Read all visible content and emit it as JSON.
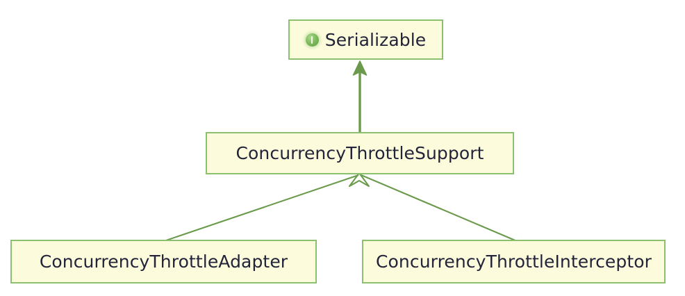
{
  "diagram": {
    "type": "uml-class-hierarchy",
    "background_color": "#ffffff",
    "node_fill_color": "#fcfcdc",
    "node_border_color": "#8cbf6e",
    "node_text_color": "#23233a",
    "edge_color": "#6b9a4c",
    "nodes": [
      {
        "id": "serializable",
        "label": "Serializable",
        "stereotype": "interface",
        "icon": "interface-sphere-icon"
      },
      {
        "id": "concurrency_throttle_support",
        "label": "ConcurrencyThrottleSupport",
        "stereotype": "class",
        "icon": ""
      },
      {
        "id": "concurrency_throttle_adapter",
        "label": "ConcurrencyThrottleAdapter",
        "stereotype": "class",
        "icon": ""
      },
      {
        "id": "concurrency_throttle_interceptor",
        "label": "ConcurrencyThrottleInterceptor",
        "stereotype": "class",
        "icon": ""
      }
    ],
    "edges": [
      {
        "id": "support-implements-serializable",
        "from": "concurrency_throttle_support",
        "to": "serializable",
        "kind": "generalization"
      },
      {
        "id": "adapter-extends-support",
        "from": "concurrency_throttle_adapter",
        "to": "concurrency_throttle_support",
        "kind": "generalization"
      },
      {
        "id": "interceptor-extends-support",
        "from": "concurrency_throttle_interceptor",
        "to": "concurrency_throttle_support",
        "kind": "generalization"
      }
    ]
  }
}
